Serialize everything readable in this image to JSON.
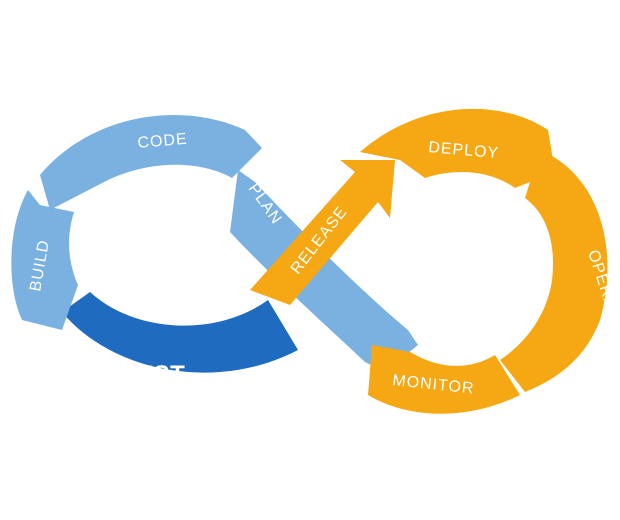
{
  "colors": {
    "light_blue": "#7AB1E1",
    "dark_blue": "#1F6BBF",
    "orange": "#F5A813",
    "text": "#FFFFFF",
    "gap": "#FFFFFF"
  },
  "stages": [
    {
      "key": "code",
      "label": "CODE",
      "color": "light_blue"
    },
    {
      "key": "build",
      "label": "BUILD",
      "color": "light_blue"
    },
    {
      "key": "test",
      "label": "TEST",
      "color": "dark_blue"
    },
    {
      "key": "plan",
      "label": "PLAN",
      "color": "light_blue"
    },
    {
      "key": "release",
      "label": "RELEASE",
      "color": "orange"
    },
    {
      "key": "deploy",
      "label": "DEPLOY",
      "color": "orange"
    },
    {
      "key": "operate",
      "label": "OPERATE",
      "color": "orange"
    },
    {
      "key": "monitor",
      "label": "MONITOR",
      "color": "orange"
    }
  ]
}
